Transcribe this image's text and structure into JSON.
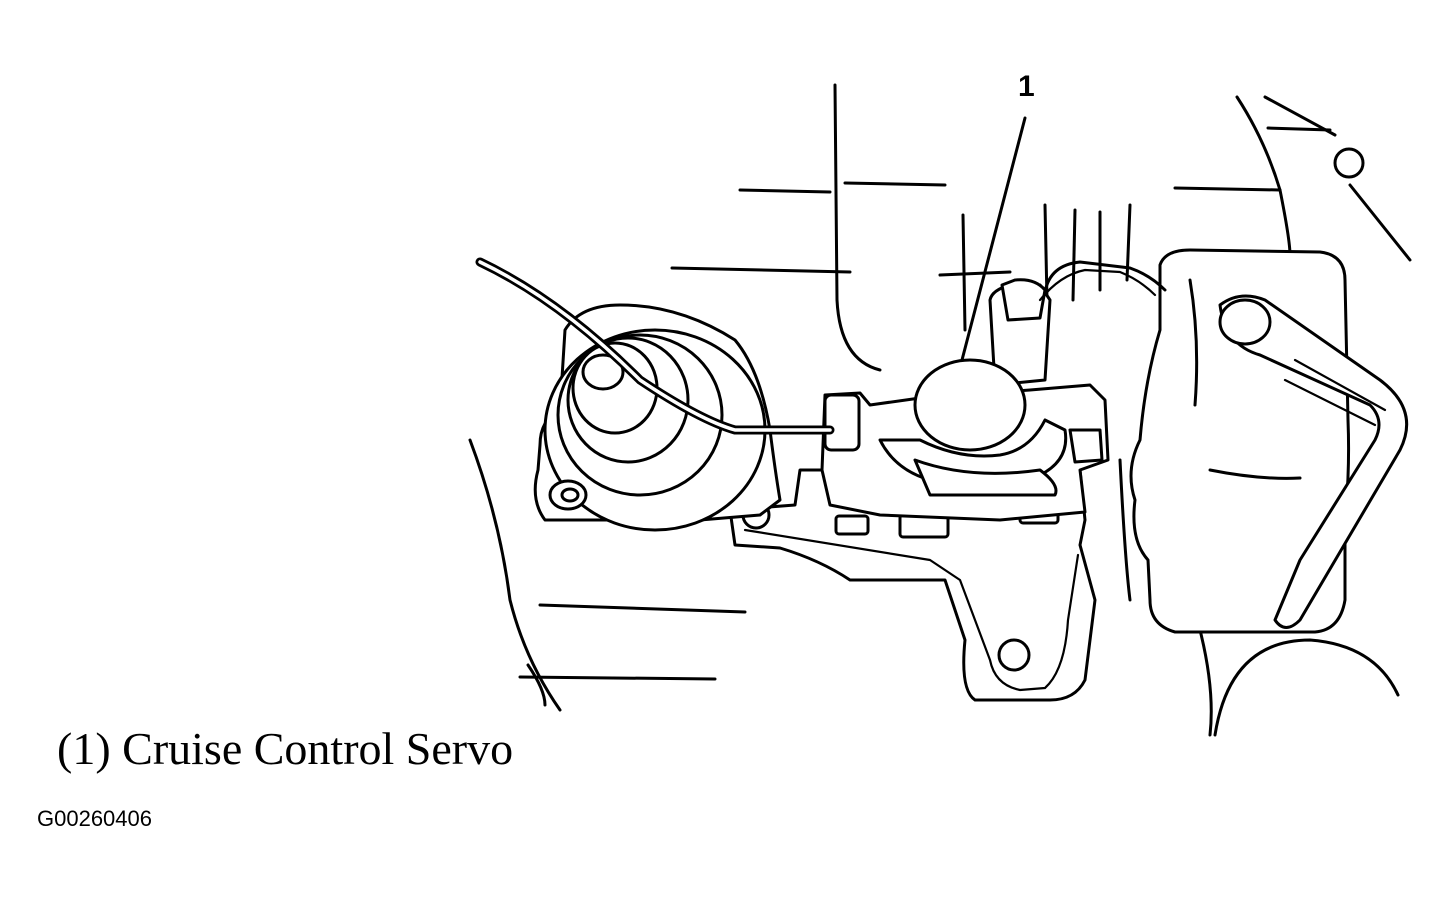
{
  "diagram": {
    "callouts": [
      {
        "number": "1",
        "label": "(1) Cruise Control Servo"
      }
    ],
    "caption": "(1) Cruise Control Servo",
    "figure_id": "G00260406"
  }
}
